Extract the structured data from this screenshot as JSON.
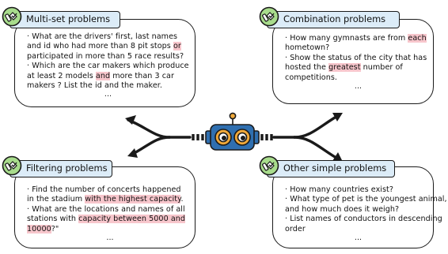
{
  "cards": {
    "multiset": {
      "title": "Multi-set problems",
      "lines": [
        [
          {
            "t": "· What are the drivers' first, last names"
          }
        ],
        [
          {
            "t": "and id who had more than 8 pit stops "
          },
          {
            "t": "or",
            "hl": true
          }
        ],
        [
          {
            "t": "participated in more than 5 race results?"
          }
        ],
        [
          {
            "t": "· Which are the car makers which produce"
          }
        ],
        [
          {
            "t": "at least 2 models "
          },
          {
            "t": "and",
            "hl": true
          },
          {
            "t": " more than 3 car"
          }
        ],
        [
          {
            "t": "makers ? List the id and the maker."
          }
        ]
      ],
      "ellipsis": "..."
    },
    "combination": {
      "title": "Combination problems",
      "lines": [
        [
          {
            "t": "· How many gymnasts are from "
          },
          {
            "t": "each",
            "hl": true
          }
        ],
        [
          {
            "t": "hometown?"
          }
        ],
        [
          {
            "t": "· Show the status of the city that has"
          }
        ],
        [
          {
            "t": "hosted the "
          },
          {
            "t": "greatest",
            "hl": true
          },
          {
            "t": " number of"
          }
        ],
        [
          {
            "t": "competitions."
          }
        ]
      ],
      "ellipsis": "..."
    },
    "filtering": {
      "title": "Filtering problems",
      "lines": [
        [
          {
            "t": "· Find the number of concerts happened"
          }
        ],
        [
          {
            "t": "in the stadium "
          },
          {
            "t": "with the highest capacity",
            "hl": true
          },
          {
            "t": "."
          }
        ],
        [
          {
            "t": "· What are the locations and names of all"
          }
        ],
        [
          {
            "t": "stations with "
          },
          {
            "t": "capacity between 5000 and",
            "hl": true
          }
        ],
        [
          {
            "t": "10000",
            "hl": true
          },
          {
            "t": "?\""
          }
        ]
      ],
      "ellipsis": "..."
    },
    "other": {
      "title": "Other simple problems",
      "lines": [
        [
          {
            "t": "· How many countries exist?"
          }
        ],
        [
          {
            "t": "· What type of pet is the youngest animal,"
          }
        ],
        [
          {
            "t": "and how much does it weigh?"
          }
        ],
        [
          {
            "t": "· List names of conductors in descending"
          }
        ],
        [
          {
            "t": "order"
          }
        ]
      ],
      "ellipsis": "..."
    }
  },
  "colors": {
    "tag_fill": "#dcecf8",
    "badge_fill": "#a8dc8c",
    "highlight": "#f7c6cc",
    "robot_body": "#2f6fb0",
    "robot_eye": "#f0a93a",
    "outline": "#1a1a1a"
  },
  "icons": {
    "badge": "hand-check-icon",
    "robot": "robot-icon",
    "arrow": "arrow-icon"
  }
}
